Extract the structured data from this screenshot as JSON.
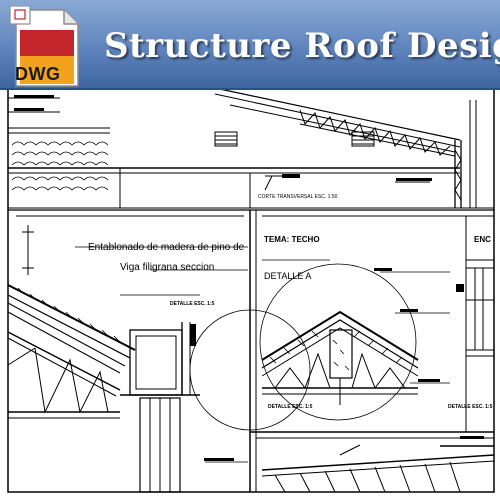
{
  "banner": {
    "title": "Structure Roof Design",
    "badge_label": "DWG",
    "colors": {
      "banner_top": "#8aa9d4",
      "banner_bottom": "#3f659f",
      "badge_orange": "#f2a21c",
      "badge_red": "#c2262b"
    }
  },
  "drawing": {
    "line_color": "#000000",
    "top_panel": {
      "caption": "CORTE TRANSVERSAL ESC. 1:50"
    },
    "left_panel": {
      "note_1": "Entablonado de madera de pino de",
      "note_2": "Viga filigrana seccion",
      "detail_label": "DETALLE ESC. 1:5"
    },
    "right_panel": {
      "theme": "TEMA: TECHO",
      "detail_a": "DETALLE  A",
      "detail_label_left": "DETALLE ESC. 1:5",
      "detail_label_right": "DETALLE ESC. 1:5",
      "corner_text": "ENC"
    }
  }
}
